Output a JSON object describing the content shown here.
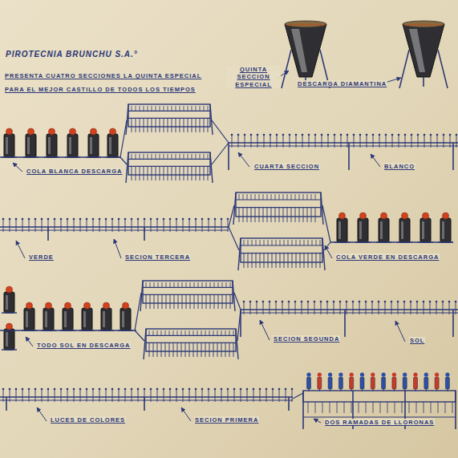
{
  "diagram": {
    "title": "PIROTECNIA BRUNCHU S.A.°",
    "labels": [
      "PRESENTA CUATRO SECCIONES LA QUINTA ESPECIAL",
      "PARA EL MEJOR CASTILLO DE TODOS LOS TIEMPOS",
      "QUINTA SECCION ESPECIAL",
      "DESCARGA DIAMANTINA",
      "COLA BLANCA DESCARGA",
      "CUARTA SECCION",
      "BLANCO",
      "VERDE",
      "SECION TERCERA",
      "COLA VERDE EN DESCARGA",
      "TODO SOL EN DESCARGA",
      "SECION SEGUNDA",
      "SOL",
      "LUCES DE COLORES",
      "SECION PRIMERA",
      "DOS RAMADAS DE LLORONAS"
    ]
  }
}
